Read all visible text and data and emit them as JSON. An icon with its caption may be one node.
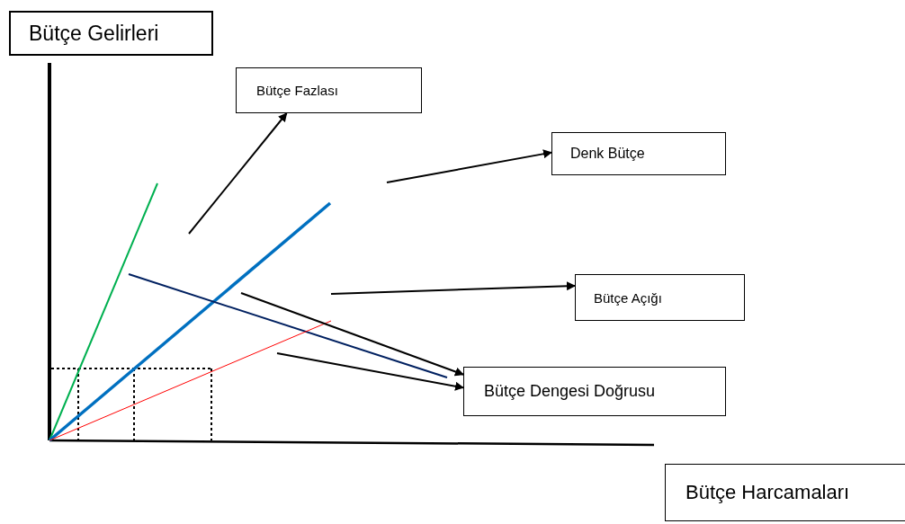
{
  "diagram": {
    "nodes": [
      {
        "text": [
          "Bütçe Gelirleri"
        ]
      },
      {
        "text": [
          "Bütçe Fazlası"
        ]
      },
      {
        "text": [
          "Denk Bütçe"
        ]
      },
      {
        "text": [
          "Bütçe Açığı"
        ]
      },
      {
        "text": [
          "Bütçe Dengesi Doğrusu"
        ]
      },
      {
        "text": [
          "Bütçe Harcamaları"
        ]
      }
    ],
    "edges": [
      {
        "from": null,
        "to": 1,
        "arrow": "to"
      },
      {
        "from": null,
        "to": 2,
        "arrow": "to"
      },
      {
        "from": null,
        "to": 3,
        "arrow": "to"
      },
      {
        "from": null,
        "to": 4,
        "arrow": "to"
      },
      {
        "from": null,
        "to": 4,
        "arrow": "to"
      }
    ]
  }
}
